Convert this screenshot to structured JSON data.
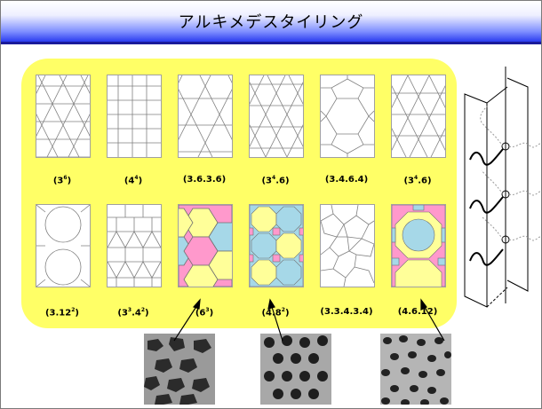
{
  "title": "アルキメデスタイリング",
  "tilings": [
    {
      "base": "(3",
      "exp": "6",
      "tail": ")"
    },
    {
      "base": "(4",
      "exp": "4",
      "tail": ")"
    },
    {
      "base": "(3.6.3.6)",
      "exp": "",
      "tail": ""
    },
    {
      "base": "(3",
      "exp": "4",
      "tail": ".6)"
    },
    {
      "base": "(3.4.6.4)",
      "exp": "",
      "tail": ""
    },
    {
      "base": "(3",
      "exp": "4",
      "tail": ".6)"
    },
    {
      "base": "(3.12",
      "exp": "2",
      "tail": ")"
    },
    {
      "base": "(3",
      "exp": "3",
      "tail": ".4"
    },
    {
      "base": "(6",
      "exp": "3",
      "tail": ")"
    },
    {
      "base": "(4.8",
      "exp": "2",
      "tail": ")"
    },
    {
      "base": "(3.3.4.3.4)",
      "exp": "",
      "tail": ""
    },
    {
      "base": "(4.6.12)",
      "exp": "",
      "tail": ""
    }
  ],
  "tiling_8_extra": {
    "exp2": "2",
    "close": ")"
  },
  "colors": {
    "panel": "#ffff66",
    "tile_pink": "#ff99cc",
    "tile_yellow": "#ffff99",
    "tile_cyan": "#a6d8e8",
    "title_blue": "#2a3cf0"
  }
}
